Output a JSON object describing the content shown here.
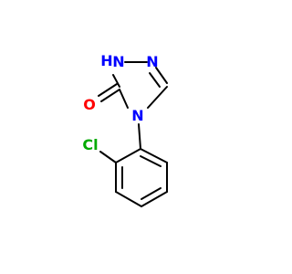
{
  "molecule": {
    "atoms": {
      "n1h_n": "N",
      "n1h_h": "H",
      "n2": "N",
      "o": "O",
      "n4": "N",
      "cl": "Cl"
    },
    "colors": {
      "bond": "#000000",
      "nitrogen": "#0000ff",
      "oxygen": "#ff0000",
      "chlorine": "#00aa00"
    }
  }
}
